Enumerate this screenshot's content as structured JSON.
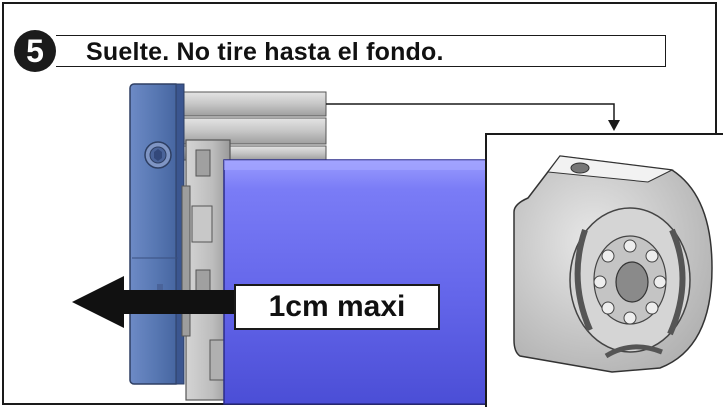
{
  "step": {
    "number": "5",
    "instruction": "Suelte. No tire hasta el fondo."
  },
  "measurement": {
    "label": "1cm maxi"
  },
  "colors": {
    "motor_tube": "#6f71f2",
    "head_plate": "#5a7bb8",
    "metal": "#b8b8b8",
    "outline": "#1a1a1a"
  },
  "icons": [
    "left-arrow-icon",
    "down-arrow-icon"
  ]
}
